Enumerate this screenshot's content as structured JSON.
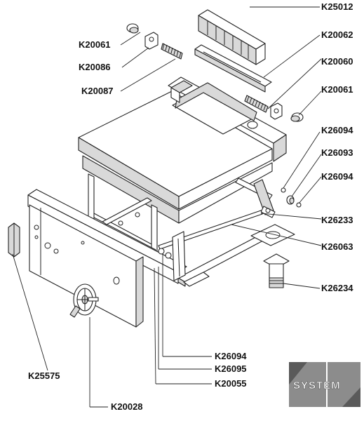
{
  "labels": [
    {
      "id": "K25012",
      "text": "K25012"
    },
    {
      "id": "K20062",
      "text": "K20062"
    },
    {
      "id": "K20061a",
      "text": "K20061"
    },
    {
      "id": "K20086",
      "text": "K20086"
    },
    {
      "id": "K20087",
      "text": "K20087"
    },
    {
      "id": "K20060",
      "text": "K20060"
    },
    {
      "id": "K20061b",
      "text": "K20061"
    },
    {
      "id": "K26094a",
      "text": "K26094"
    },
    {
      "id": "K26093",
      "text": "K26093"
    },
    {
      "id": "K26094b",
      "text": "K26094"
    },
    {
      "id": "K26233",
      "text": "K26233"
    },
    {
      "id": "K26063",
      "text": "K26063"
    },
    {
      "id": "K26234",
      "text": "K26234"
    },
    {
      "id": "K26094c",
      "text": "K26094"
    },
    {
      "id": "K26095",
      "text": "K26095"
    },
    {
      "id": "K20055",
      "text": "K20055"
    },
    {
      "id": "K25575",
      "text": "K25575"
    },
    {
      "id": "K20028",
      "text": "K20028"
    }
  ],
  "logo": {
    "text": "SYSTEM",
    "colors": {
      "box": "#8c8c8c",
      "text": "#ffffff",
      "accent": "#5a5a5a"
    }
  }
}
